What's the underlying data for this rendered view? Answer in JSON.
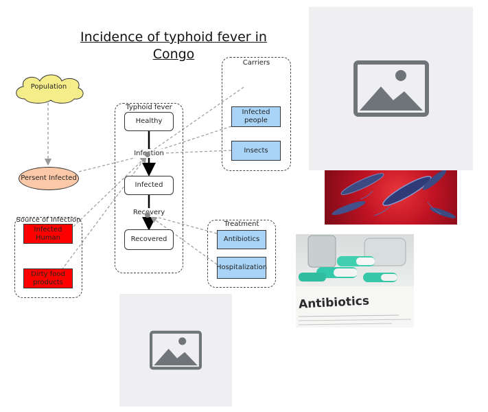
{
  "title": "Incidence of typhoid fever in Congo",
  "nodes": {
    "population": "Population",
    "persent_infected": "Persent Infected",
    "healthy": "Healthy",
    "infected": "Infected",
    "recovered": "Recovered",
    "infected_people": "Infected people",
    "insects": "Insects",
    "infected_human": "Infected Human",
    "dirty_food": "Dirty food products",
    "antibiotics": "Antibiotics",
    "hospitalization": "Hospitalization"
  },
  "groups": {
    "typhoid_fever": "Typhoid fever",
    "carriers": "Carriers",
    "source_of_infection": "Source of Infection",
    "treatment": "Treatment"
  },
  "edges": {
    "infection": "Infection",
    "recovery": "Recovery"
  },
  "images": {
    "bacteria_icon": "bacteria-photo",
    "antibiotics_photo_text": "Antibiotics"
  },
  "colors": {
    "population_fill": "#f5ec8a",
    "persent_infected_fill": "#fbc9a8",
    "carrier_fill": "#a9d4f7",
    "source_fill": "#ff0000",
    "placeholder_bg": "#efeef0",
    "placeholder_icon": "#6f7479"
  }
}
